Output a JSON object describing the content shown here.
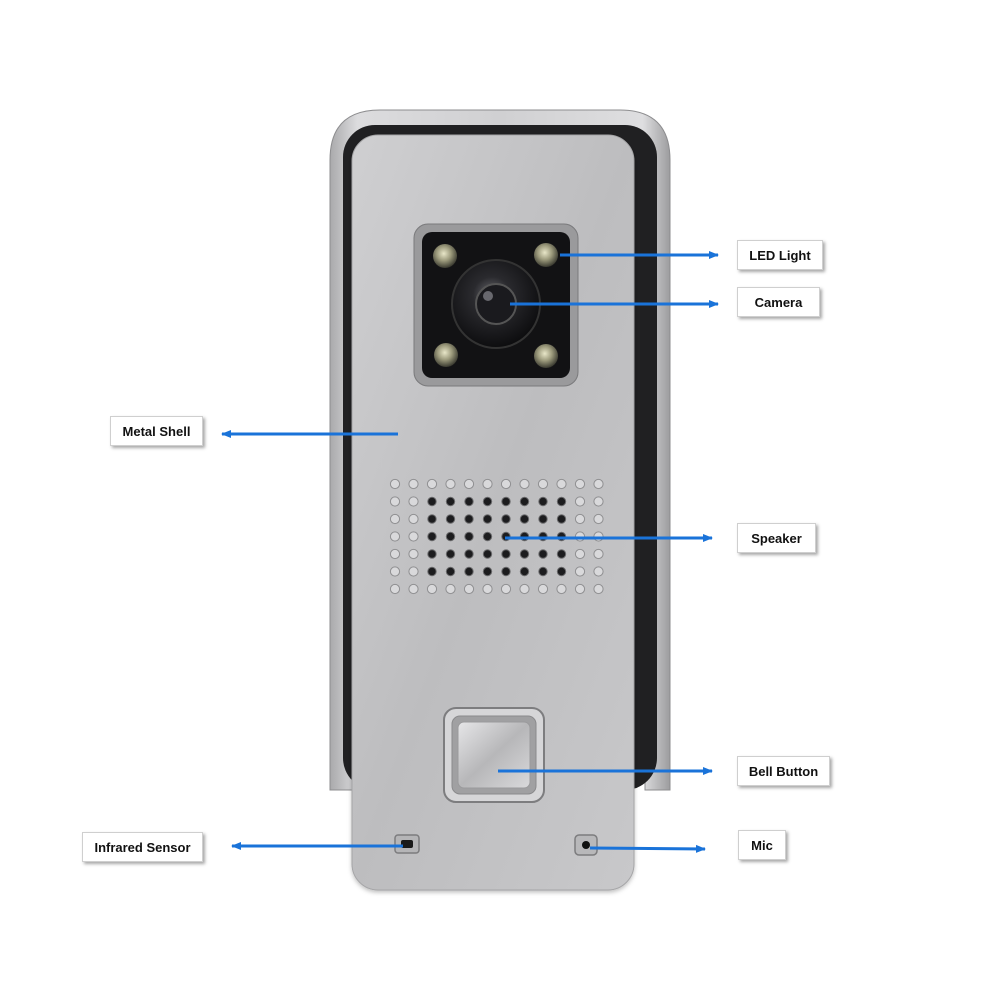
{
  "labels": {
    "led_light": "LED Light",
    "camera": "Camera",
    "metal_shell": "Metal Shell",
    "speaker": "Speaker",
    "bell_button": "Bell Button",
    "infrared_sensor": "Infrared Sensor",
    "mic": "Mic"
  },
  "colors": {
    "arrow": "#1a73d9",
    "shell": "#c9c9cb",
    "faceplate": "#bfbfc1",
    "background": "#ffffff"
  }
}
